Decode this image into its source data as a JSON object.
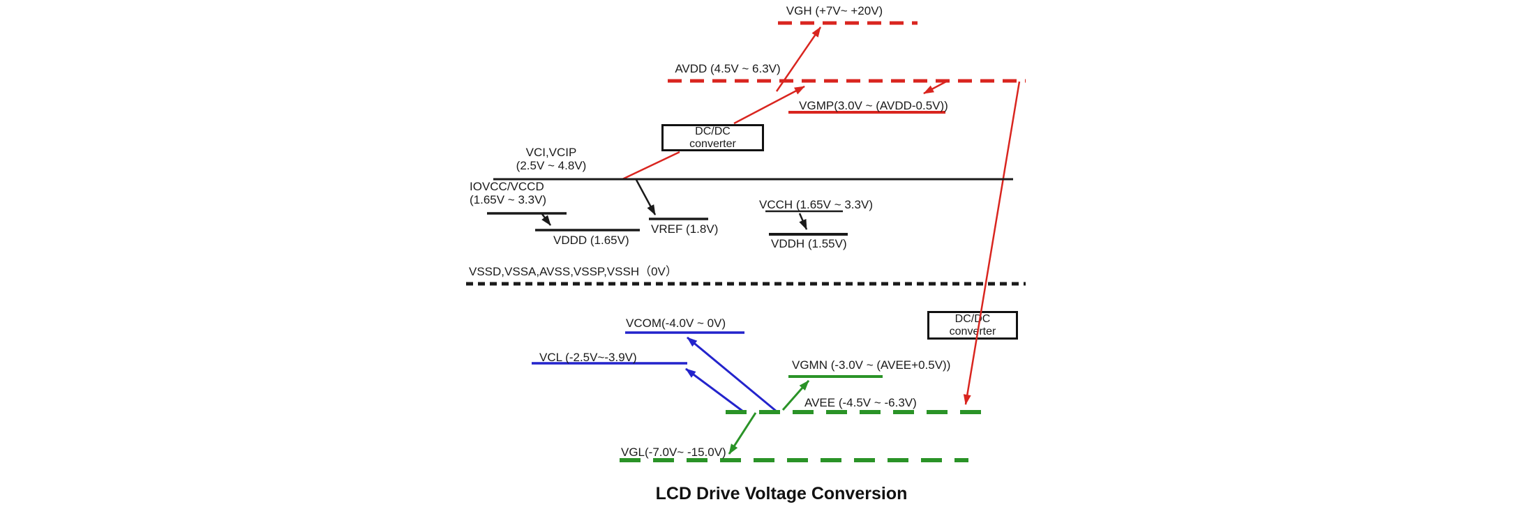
{
  "title": "LCD Drive Voltage Conversion",
  "colors": {
    "positive_rail_red": "#d9251f",
    "negative_rail_green": "#2a9327",
    "vcom_rail_blue": "#2323cc",
    "reference_black": "#1a1a1a"
  },
  "converters": {
    "top": {
      "label": "DC/DC\nconverter"
    },
    "bottom": {
      "label": "DC/DC\nconverter"
    }
  },
  "levels": {
    "vgh": {
      "label": "VGH (+7V~ +20V)"
    },
    "avdd": {
      "label": "AVDD (4.5V ~ 6.3V)"
    },
    "vgmp": {
      "label": "VGMP(3.0V ~ (AVDD-0.5V))"
    },
    "vci": {
      "label": "VCI,VCIP\n(2.5V ~ 4.8V)"
    },
    "iovcc": {
      "label": "IOVCC/VCCD\n(1.65V ~ 3.3V)"
    },
    "vddd": {
      "label": "VDDD (1.65V)"
    },
    "vref": {
      "label": "VREF (1.8V)"
    },
    "vcch": {
      "label": "VCCH (1.65V ~ 3.3V)"
    },
    "vddh": {
      "label": "VDDH (1.55V)"
    },
    "vss": {
      "label": "VSSD,VSSA,AVSS,VSSP,VSSH（0V）"
    },
    "vcom": {
      "label": "VCOM(-4.0V ~ 0V)"
    },
    "vcl": {
      "label": "VCL (-2.5V~-3.9V)"
    },
    "vgmn": {
      "label": "VGMN (-3.0V ~ (AVEE+0.5V))"
    },
    "avee": {
      "label": "AVEE (-4.5V ~ -6.3V)"
    },
    "vgl": {
      "label": "VGL(-7.0V~ -15.0V)"
    }
  }
}
